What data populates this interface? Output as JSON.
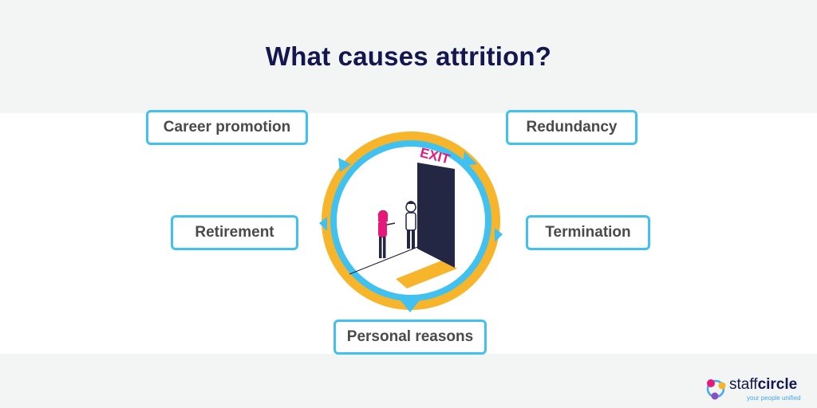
{
  "title": "What causes attrition?",
  "causes": {
    "career": "Career promotion",
    "redundancy": "Redundancy",
    "retirement": "Retirement",
    "termination": "Termination",
    "personal": "Personal reasons"
  },
  "illustration": {
    "door_sign": "EXIT"
  },
  "logo": {
    "word_light": "staff",
    "word_bold": "circle",
    "tagline": "your people unified"
  },
  "colors": {
    "title": "#14164f",
    "box_border": "#41c1ef",
    "ring_outer": "#f7b52c",
    "ring_inner": "#41c1ef",
    "door": "#232744",
    "sign": "#e6197a"
  }
}
